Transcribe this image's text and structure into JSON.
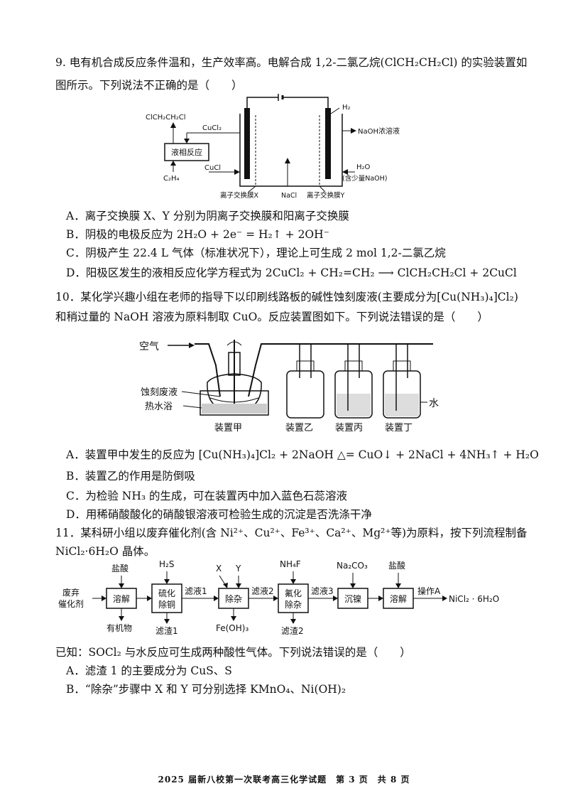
{
  "q9": {
    "stem_line1": "9. 电有机合成反应条件温和，生产效率高。电解合成 1,2-二氯乙烷(ClCH₂CH₂Cl) 的实验装置如",
    "stem_line2": "图所示。下列说法不正确的是（　　）",
    "figure": {
      "top_left_product": "ClCH₂CH₂Cl",
      "cucl2": "CuCl₂",
      "reactor": "液相反应",
      "c2h4": "C₂H₄",
      "cucl": "CuCl",
      "h2": "H₂",
      "naoh_out": "NaOH浓溶液",
      "h2o": "H₂O",
      "h2o_note": "(含少量NaOH)",
      "membrane_x": "离子交换膜X",
      "nacl": "NaCl",
      "membrane_y": "离子交换膜Y"
    },
    "options": [
      "A．离子交换膜 X、Y 分别为阴离子交换膜和阳离子交换膜",
      "B．阴极的电极反应为 2H₂O + 2e⁻ = H₂↑ + 2OH⁻",
      "C．阴极产生 22.4 L 气体（标准状况下），理论上可生成 2 mol 1,2-二氯乙烷",
      "D．阳极区发生的液相反应化学方程式为 2CuCl₂ + CH₂=CH₂ ⟶ ClCH₂CH₂Cl + 2CuCl"
    ]
  },
  "q10": {
    "stem_line1": "10．某化学兴趣小组在老师的指导下以印刷线路板的碱性蚀刻废液(主要成分为[Cu(NH₃)₄]Cl₂)",
    "stem_line2": "和稍过量的 NaOH 溶液为原料制取 CuO。反应装置图如下。下列说法错误的是（　　）",
    "figure": {
      "air": "空气",
      "etching": "蚀刻废液",
      "hot_bath": "热水浴",
      "water": "水",
      "app_a": "装置甲",
      "app_b": "装置乙",
      "app_c": "装置丙",
      "app_d": "装置丁"
    },
    "options": [
      "A．装置甲中发生的反应为 [Cu(NH₃)₄]Cl₂ + 2NaOH △= CuO↓ + 2NaCl + 4NH₃↑ + H₂O",
      "B．装置乙的作用是防倒吸",
      "C．为检验 NH₃ 的生成，可在装置丙中加入蓝色石蕊溶液",
      "D．用稀硝酸酸化的硝酸银溶液可检验生成的沉淀是否洗涤干净"
    ]
  },
  "q11": {
    "stem_line1": "11．某科研小组以废弃催化剂(含 Ni²⁺、Cu²⁺、Fe³⁺、Ca²⁺、Mg²⁺等)为原料，按下列流程制备",
    "stem_line2": "NiCl₂·6H₂O 晶体。",
    "flow": {
      "start": [
        "废弃",
        "催化剂"
      ],
      "reagent_hcl": "盐酸",
      "reagent_h2s": "H₂S",
      "reagent_x": "X",
      "reagent_y": "Y",
      "reagent_nh4f": "NH₄F",
      "reagent_na2co3": "Na₂CO₃",
      "reagent_hcl2": "盐酸",
      "box_dissolve": "溶解",
      "box_cu": [
        "硫化",
        "除铜"
      ],
      "box_impurity": "除杂",
      "box_fluoride": [
        "氟化",
        "除杂"
      ],
      "box_ni": "沉镍",
      "box_dissolve2": "溶解",
      "filtrate1": "滤液1",
      "filtrate2": "滤液2",
      "filtrate3": "滤液3",
      "operation_a": "操作A",
      "product": "NiCl₂ · 6H₂O",
      "by_organic": "有机物",
      "by_residue1": "滤渣1",
      "by_feoh3": "Fe(OH)₃",
      "by_residue2": "滤渣2"
    },
    "known": "已知：SOCl₂ 与水反应可生成两种酸性气体。下列说法错误的是（　　）",
    "options": [
      "A．滤渣 1 的主要成分为 CuS、S",
      "B．“除杂”步骤中 X 和 Y 可分别选择 KMnO₄、Ni(OH)₂"
    ]
  },
  "footer": "2025 届新八校第一次联考高三化学试题　第 3 页　共 8 页"
}
